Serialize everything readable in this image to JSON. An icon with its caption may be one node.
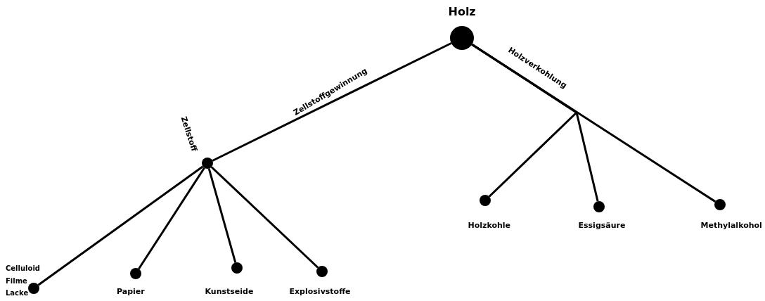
{
  "diagram": {
    "nodes": [
      {
        "text": [
          "Holz"
        ]
      },
      {
        "text": [
          "Zellstoff"
        ]
      },
      {
        "text": [
          "Celluloid",
          "Filme",
          "Lacke"
        ]
      },
      {
        "text": [
          "Papier"
        ]
      },
      {
        "text": [
          "Kunstseide"
        ]
      },
      {
        "text": [
          "Explosivstoffe"
        ]
      },
      {
        "text": [
          "Holzkohle"
        ]
      },
      {
        "text": [
          "Essigsäure"
        ]
      },
      {
        "text": [
          "Methylalkohol"
        ]
      }
    ],
    "edges": [
      {
        "from": 0,
        "to": 1,
        "arrow": "none",
        "label": "Zellstoffgewinnung"
      },
      {
        "from": 0,
        "to": 6,
        "arrow": "none"
      },
      {
        "from": 0,
        "to": 7,
        "arrow": "none"
      },
      {
        "from": 0,
        "to": 8,
        "arrow": "none",
        "label": "Holzverkohlung"
      },
      {
        "from": 1,
        "to": 2,
        "arrow": "none"
      },
      {
        "from": 1,
        "to": 3,
        "arrow": "none"
      },
      {
        "from": 1,
        "to": 4,
        "arrow": "none"
      },
      {
        "from": 1,
        "to": 5,
        "arrow": "none"
      }
    ]
  }
}
